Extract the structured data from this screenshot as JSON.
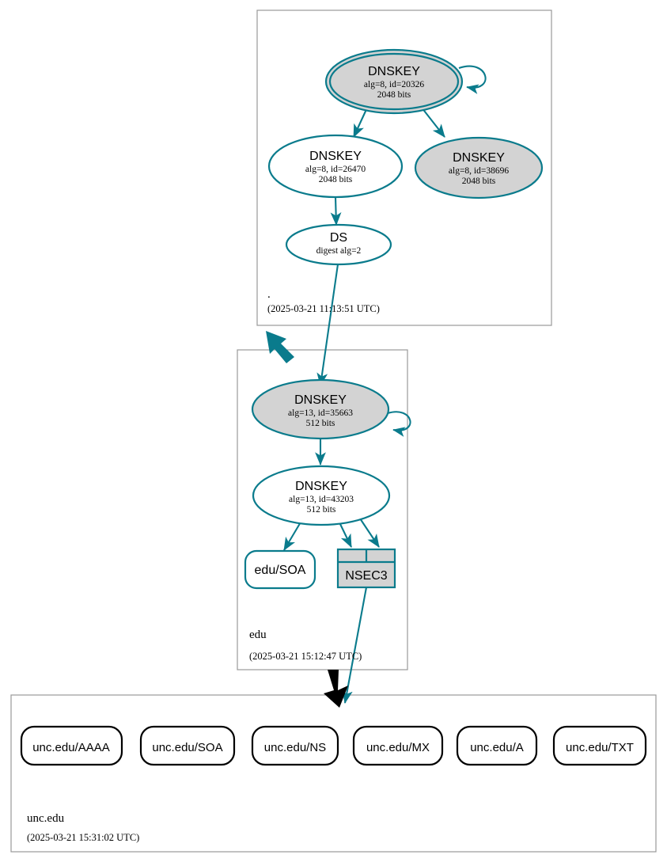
{
  "diagram": {
    "type": "dnssec-authentication-chain",
    "colors": {
      "secure": "#0a7b8c",
      "insecure": "#000000",
      "node_fill_gray": "#d3d3d3",
      "node_fill_white": "#ffffff",
      "cluster_border": "#999999",
      "background": "#ffffff"
    }
  },
  "zones": [
    {
      "id": "root",
      "name": ".",
      "timestamp": "(2025-03-21 11:13:51 UTC)",
      "nodes": [
        {
          "id": "root-ksk",
          "kind": "DNSKEY",
          "title": "DNSKEY",
          "line2": "alg=8, id=20326",
          "line3": "2048 bits",
          "alg": 8,
          "key_id": 20326,
          "key_size": "2048 bits",
          "shape": "doubleellipse",
          "fill": "gray",
          "status": "secure",
          "self_signed": true,
          "role": "KSK / trust anchor"
        },
        {
          "id": "root-zsk",
          "kind": "DNSKEY",
          "title": "DNSKEY",
          "line2": "alg=8, id=26470",
          "line3": "2048 bits",
          "alg": 8,
          "key_id": 26470,
          "key_size": "2048 bits",
          "shape": "ellipse",
          "fill": "white",
          "status": "secure",
          "self_signed": false,
          "role": "ZSK"
        },
        {
          "id": "root-key-38696",
          "kind": "DNSKEY",
          "title": "DNSKEY",
          "line2": "alg=8, id=38696",
          "line3": "2048 bits",
          "alg": 8,
          "key_id": 38696,
          "key_size": "2048 bits",
          "shape": "ellipse",
          "fill": "gray",
          "status": "secure",
          "self_signed": false,
          "role": "KSK"
        },
        {
          "id": "root-ds",
          "kind": "DS",
          "title": "DS",
          "line2": "digest alg=2",
          "line3": "",
          "digest_alg": 2,
          "shape": "ellipse",
          "fill": "white",
          "status": "secure",
          "role": "DS for edu"
        }
      ]
    },
    {
      "id": "edu",
      "name": "edu",
      "timestamp": "(2025-03-21 15:12:47 UTC)",
      "nodes": [
        {
          "id": "edu-ksk",
          "kind": "DNSKEY",
          "title": "DNSKEY",
          "line2": "alg=13, id=35663",
          "line3": "512 bits",
          "alg": 13,
          "key_id": 35663,
          "key_size": "512 bits",
          "shape": "ellipse",
          "fill": "gray",
          "status": "secure",
          "self_signed": true,
          "role": "KSK"
        },
        {
          "id": "edu-zsk",
          "kind": "DNSKEY",
          "title": "DNSKEY",
          "line2": "alg=13, id=43203",
          "line3": "512 bits",
          "alg": 13,
          "key_id": 43203,
          "key_size": "512 bits",
          "shape": "ellipse",
          "fill": "white",
          "status": "secure",
          "self_signed": false,
          "role": "ZSK"
        },
        {
          "id": "edu-soa",
          "kind": "RRset",
          "title": "edu/SOA",
          "shape": "rounded-rect",
          "fill": "white",
          "status": "secure"
        },
        {
          "id": "edu-nsec3",
          "kind": "NSEC3",
          "title": "NSEC3",
          "shape": "record-rect",
          "fill": "gray",
          "status": "secure",
          "cells": 2
        }
      ]
    },
    {
      "id": "unc-edu",
      "name": "unc.edu",
      "timestamp": "(2025-03-21 15:31:02 UTC)",
      "nodes": [
        {
          "id": "rr-aaaa",
          "kind": "RRset",
          "title": "unc.edu/AAAA",
          "shape": "rounded-rect",
          "fill": "white",
          "status": "insecure"
        },
        {
          "id": "rr-soa",
          "kind": "RRset",
          "title": "unc.edu/SOA",
          "shape": "rounded-rect",
          "fill": "white",
          "status": "insecure"
        },
        {
          "id": "rr-ns",
          "kind": "RRset",
          "title": "unc.edu/NS",
          "shape": "rounded-rect",
          "fill": "white",
          "status": "insecure"
        },
        {
          "id": "rr-mx",
          "kind": "RRset",
          "title": "unc.edu/MX",
          "shape": "rounded-rect",
          "fill": "white",
          "status": "insecure"
        },
        {
          "id": "rr-a",
          "kind": "RRset",
          "title": "unc.edu/A",
          "shape": "rounded-rect",
          "fill": "white",
          "status": "insecure"
        },
        {
          "id": "rr-txt",
          "kind": "RRset",
          "title": "unc.edu/TXT",
          "shape": "rounded-rect",
          "fill": "white",
          "status": "insecure"
        }
      ]
    }
  ],
  "edges": [
    {
      "from": "root-ksk",
      "to": "root-ksk",
      "type": "self-signature",
      "color": "secure"
    },
    {
      "from": "root-ksk",
      "to": "root-zsk",
      "type": "signature",
      "color": "secure"
    },
    {
      "from": "root-ksk",
      "to": "root-key-38696",
      "type": "signature",
      "color": "secure"
    },
    {
      "from": "root-zsk",
      "to": "root-ds",
      "type": "signature",
      "color": "secure"
    },
    {
      "from": "root-ds",
      "to": "edu-ksk",
      "type": "ds-to-dnskey",
      "color": "secure"
    },
    {
      "from": "root",
      "to": "edu",
      "type": "secure-delegation",
      "color": "secure"
    },
    {
      "from": "edu-ksk",
      "to": "edu-ksk",
      "type": "self-signature",
      "color": "secure"
    },
    {
      "from": "edu-ksk",
      "to": "edu-zsk",
      "type": "signature",
      "color": "secure"
    },
    {
      "from": "edu-zsk",
      "to": "edu-soa",
      "type": "signature",
      "color": "secure"
    },
    {
      "from": "edu-zsk",
      "to": "edu-nsec3",
      "type": "signature",
      "color": "secure"
    },
    {
      "from": "edu-nsec3",
      "to": "unc-edu",
      "type": "nsec3-proof",
      "color": "secure"
    },
    {
      "from": "edu",
      "to": "unc-edu",
      "type": "insecure-delegation",
      "color": "insecure"
    }
  ]
}
